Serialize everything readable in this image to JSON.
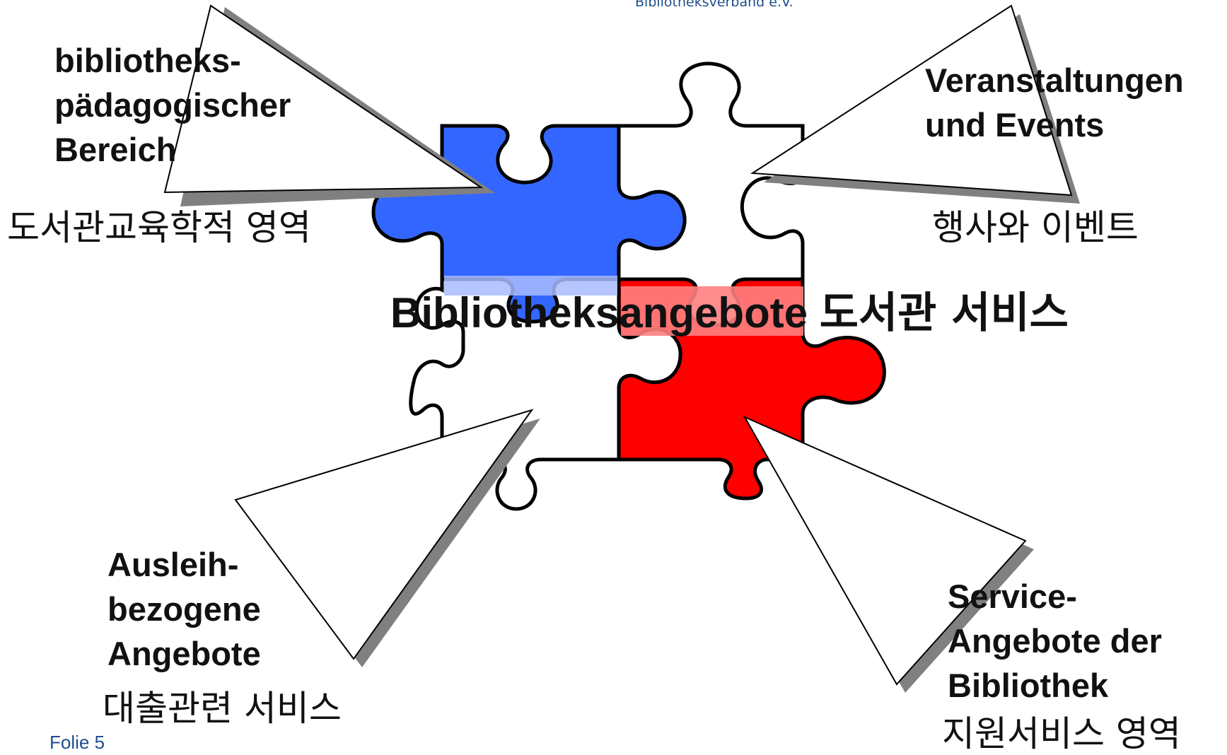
{
  "header": {
    "organization": "Bibliotheksverband e.V."
  },
  "center": {
    "title_de": "Bibliotheksangebote",
    "title_ko": "도서관 서비스"
  },
  "pieces": {
    "top_left": {
      "color": "#3366ff"
    },
    "top_right": {
      "color": "#ffffff"
    },
    "bottom_left": {
      "color": "#ffffff"
    },
    "bottom_right": {
      "color": "#ff0000"
    }
  },
  "callouts": {
    "top_left": {
      "de_lines": [
        "bibliotheks-",
        "pädagogischer",
        "Bereich"
      ],
      "ko": "도서관교육학적 영역"
    },
    "top_right": {
      "de_lines": [
        "Veranstaltungen",
        "und Events"
      ],
      "ko": "행사와 이벤트"
    },
    "bottom_left": {
      "de_lines": [
        "Ausleih-",
        "bezogene",
        "Angebote"
      ],
      "ko": "대출관련 서비스"
    },
    "bottom_right": {
      "de_lines": [
        "Service-",
        "Angebote der",
        "Bibliothek"
      ],
      "ko": "지원서비스 영역"
    }
  },
  "footer": {
    "slide_label": "Folie 5"
  }
}
